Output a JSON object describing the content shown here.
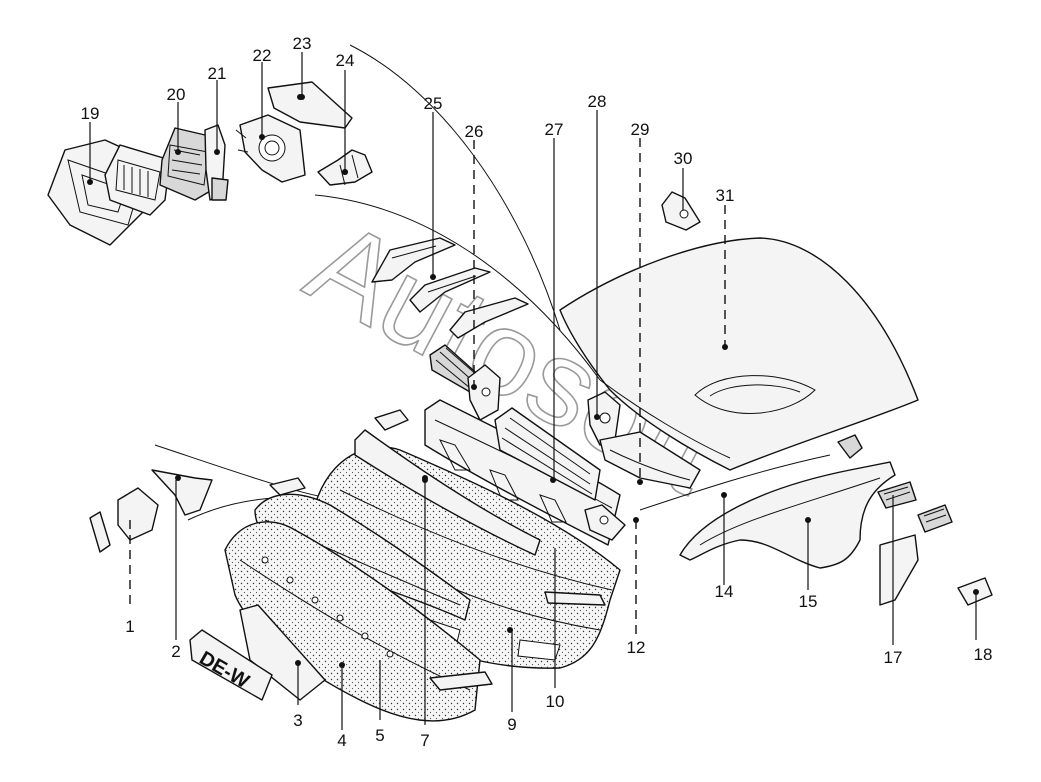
{
  "diagram": {
    "watermark": "Autosoft",
    "plate_text": "DE-W",
    "callouts": [
      {
        "id": "c1",
        "label": "1"
      },
      {
        "id": "c2",
        "label": "2"
      },
      {
        "id": "c3",
        "label": "3"
      },
      {
        "id": "c4",
        "label": "4"
      },
      {
        "id": "c5",
        "label": "5"
      },
      {
        "id": "c7",
        "label": "7"
      },
      {
        "id": "c9",
        "label": "9"
      },
      {
        "id": "c10",
        "label": "10"
      },
      {
        "id": "c12",
        "label": "12"
      },
      {
        "id": "c14",
        "label": "14"
      },
      {
        "id": "c15",
        "label": "15"
      },
      {
        "id": "c17",
        "label": "17"
      },
      {
        "id": "c18",
        "label": "18"
      },
      {
        "id": "c19",
        "label": "19"
      },
      {
        "id": "c20",
        "label": "20"
      },
      {
        "id": "c21",
        "label": "21"
      },
      {
        "id": "c22",
        "label": "22"
      },
      {
        "id": "c23",
        "label": "23"
      },
      {
        "id": "c24",
        "label": "24"
      },
      {
        "id": "c25",
        "label": "25"
      },
      {
        "id": "c26",
        "label": "26"
      },
      {
        "id": "c27",
        "label": "27"
      },
      {
        "id": "c28",
        "label": "28"
      },
      {
        "id": "c29",
        "label": "29"
      },
      {
        "id": "c30",
        "label": "30"
      },
      {
        "id": "c31",
        "label": "31"
      }
    ]
  }
}
